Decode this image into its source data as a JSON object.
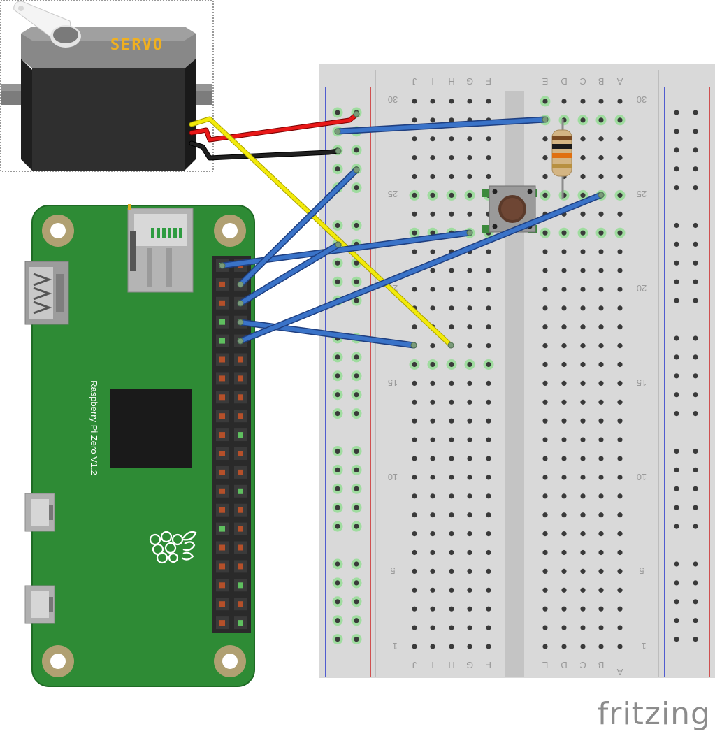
{
  "servo": {
    "label": "SERVO"
  },
  "pi": {
    "label": "Raspberry Pi Zero V1.2"
  },
  "breadboard": {
    "column_letters_left": [
      "J",
      "I",
      "H",
      "G",
      "F"
    ],
    "column_letters_right": [
      "E",
      "D",
      "C",
      "B",
      "A"
    ],
    "row_markers": [
      "30",
      "25",
      "20",
      "15",
      "10",
      "5",
      "1"
    ]
  },
  "brand": {
    "text": "fritzing"
  },
  "colors": {
    "board_green": "#2e8b35",
    "wire_blue": "#3a73c8",
    "wire_red": "#e81818",
    "wire_black": "#111111",
    "wire_yellow": "#f2ea0a",
    "rail_blue": "#2233cc",
    "rail_red": "#cc2222"
  }
}
